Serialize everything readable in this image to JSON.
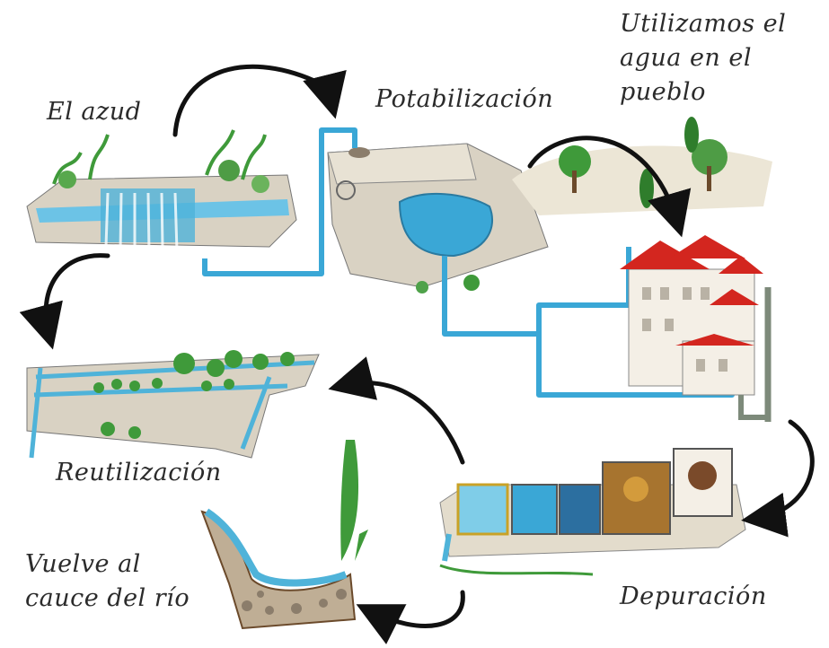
{
  "diagram": {
    "labels": {
      "azud": "El azud",
      "potabilizacion": "Potabilización",
      "pueblo": [
        "Utilizamos el",
        "agua en el",
        "pueblo"
      ],
      "reutilizacion": "Reutilización",
      "depuracion": "Depuración",
      "rio": [
        "Vuelve al",
        "cauce del río"
      ]
    },
    "colors": {
      "water": "#4fb3d9",
      "pipe": "#3aa7d6",
      "roof": "#d3261f",
      "stone": "#d9d2c3",
      "vegetation": "#3f9a3a",
      "arrow": "#111111"
    }
  }
}
